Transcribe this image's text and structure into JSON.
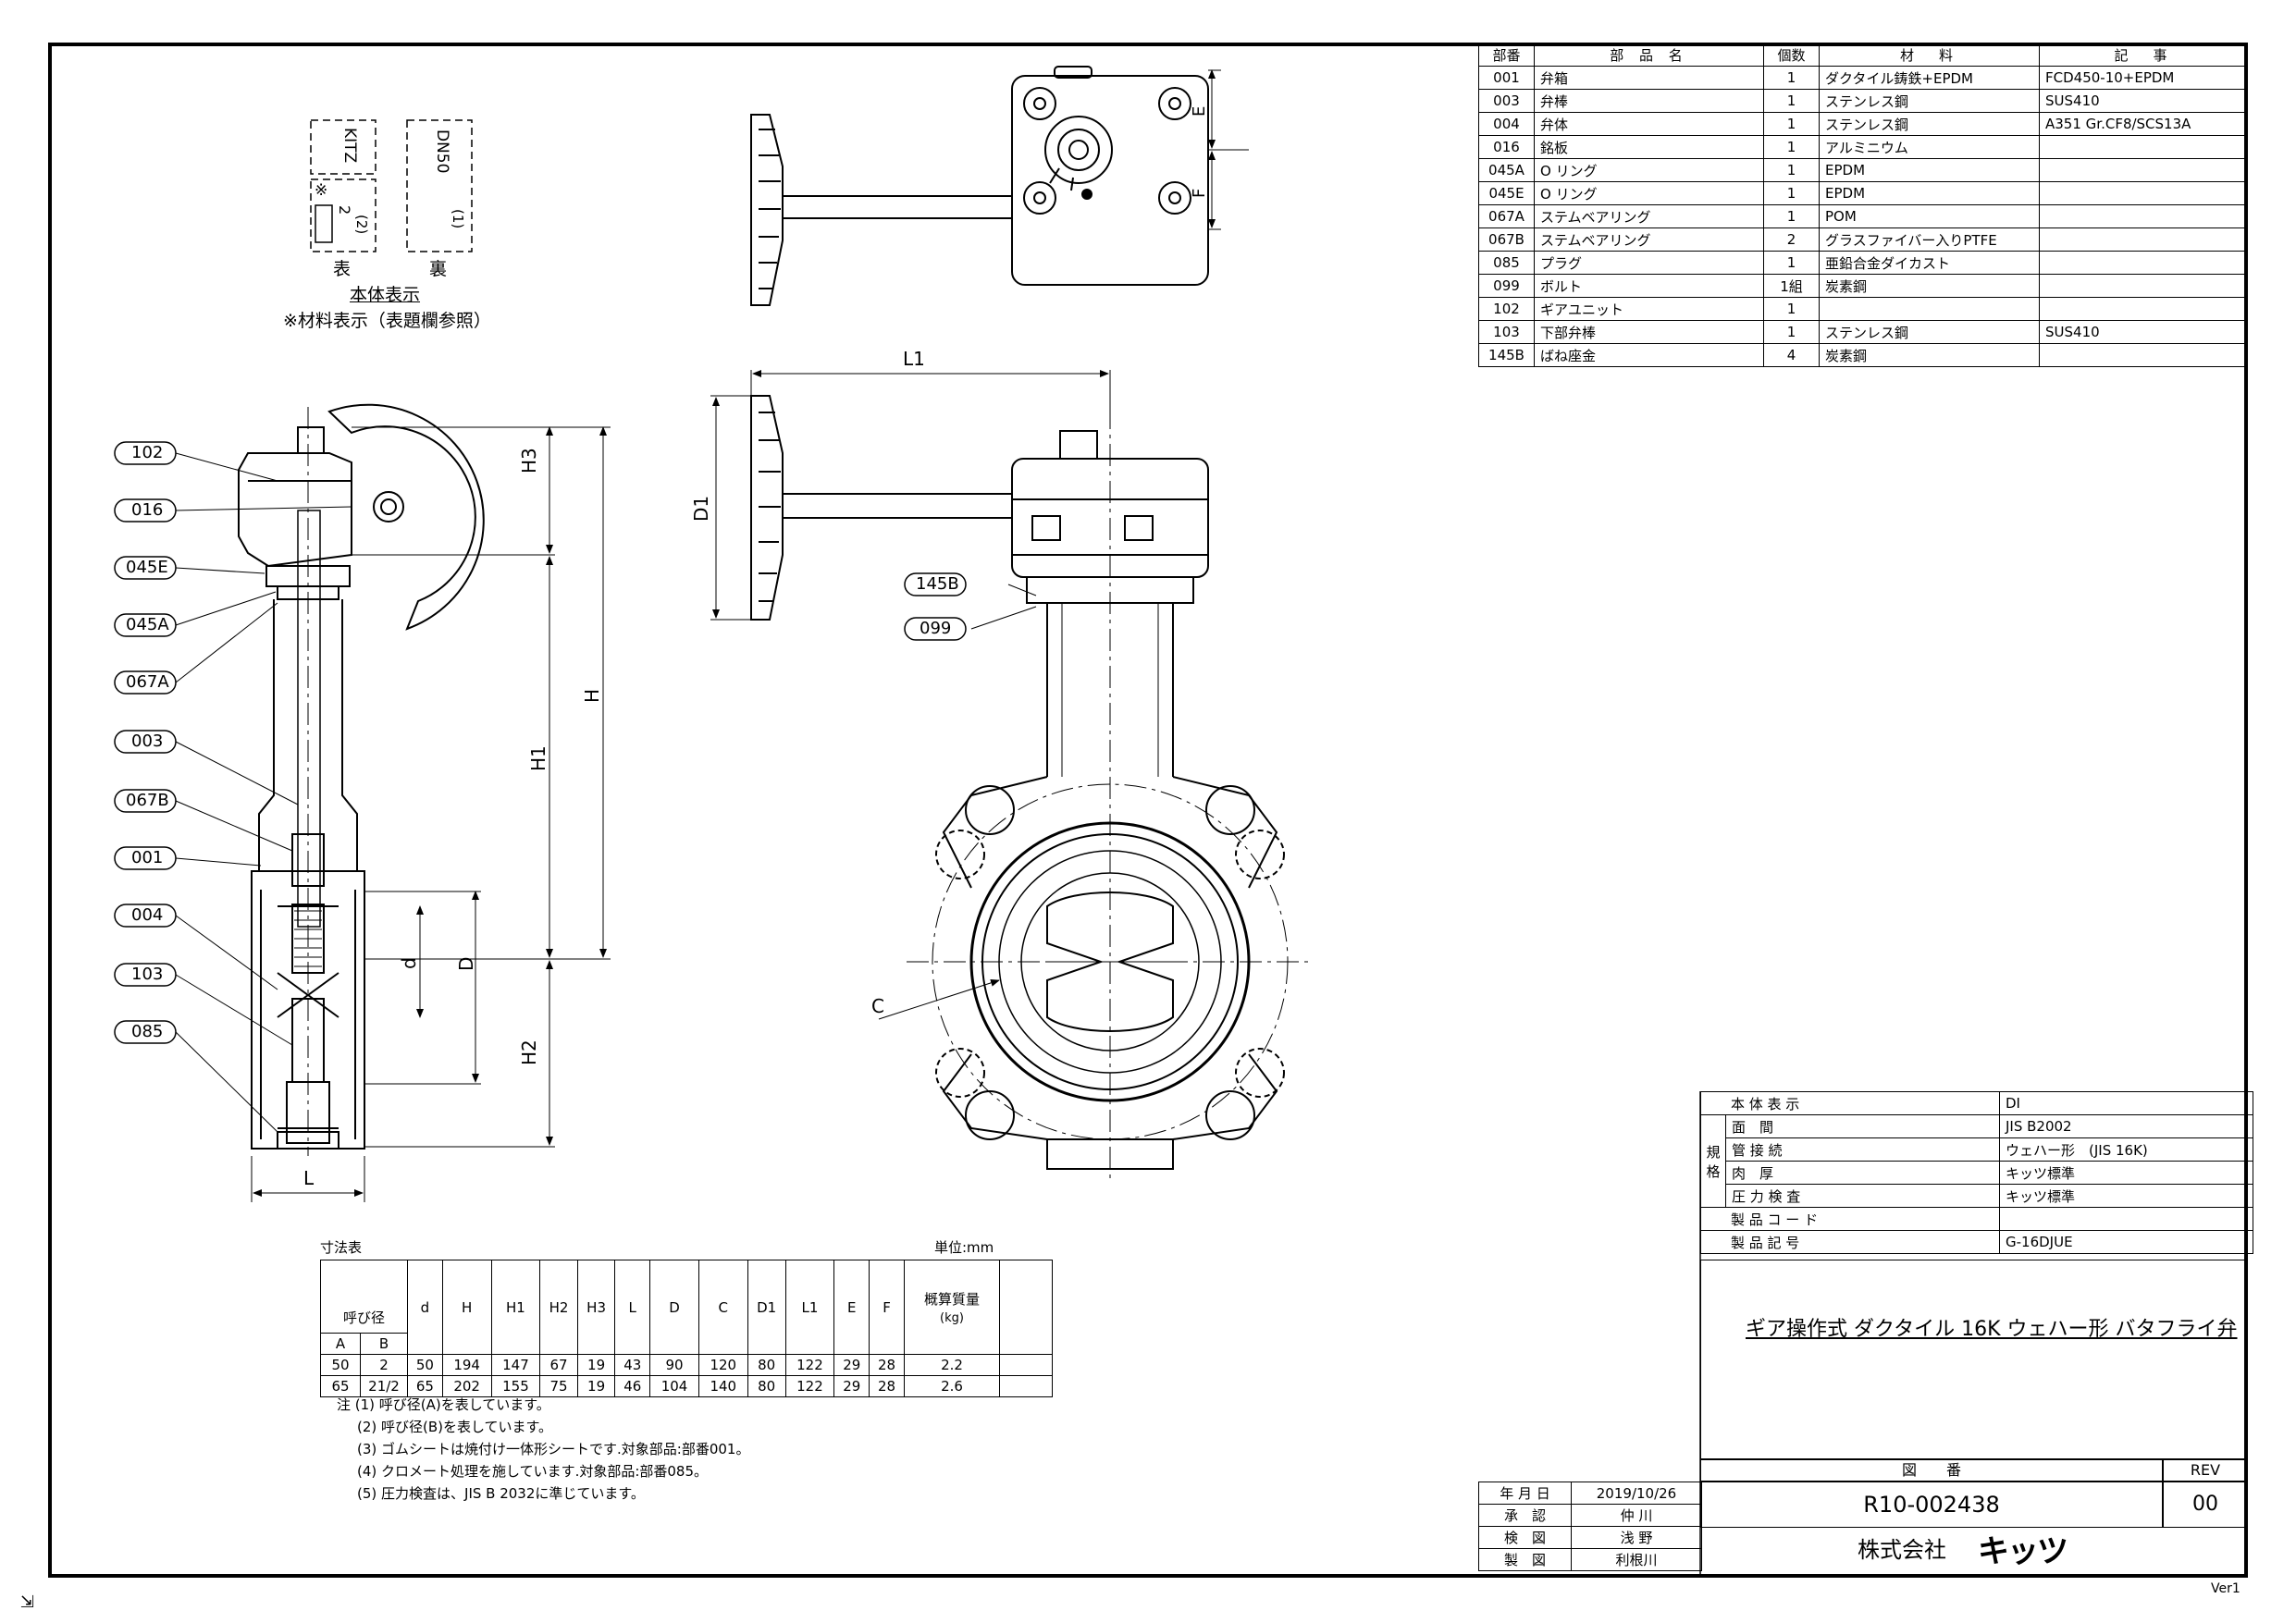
{
  "parts_table": {
    "headers": [
      "部番",
      "部 品 名",
      "個数",
      "材　料",
      "記　事"
    ],
    "rows": [
      [
        "001",
        "弁箱",
        "1",
        "ダクタイル鋳鉄+EPDM",
        "FCD450-10+EPDM"
      ],
      [
        "003",
        "弁棒",
        "1",
        "ステンレス鋼",
        "SUS410"
      ],
      [
        "004",
        "弁体",
        "1",
        "ステンレス鋼",
        "A351 Gr.CF8/SCS13A"
      ],
      [
        "016",
        "銘板",
        "1",
        "アルミニウム",
        ""
      ],
      [
        "045A",
        "O リング",
        "1",
        "EPDM",
        ""
      ],
      [
        "045E",
        "O リング",
        "1",
        "EPDM",
        ""
      ],
      [
        "067A",
        "ステムベアリング",
        "1",
        "POM",
        ""
      ],
      [
        "067B",
        "ステムベアリング",
        "2",
        "グラスファイバー入りPTFE",
        ""
      ],
      [
        "085",
        "プラグ",
        "1",
        "亜鉛合金ダイカスト",
        ""
      ],
      [
        "099",
        "ボルト",
        "1組",
        "炭素鋼",
        ""
      ],
      [
        "102",
        "ギアユニット",
        "1",
        "",
        ""
      ],
      [
        "103",
        "下部弁棒",
        "1",
        "ステンレス鋼",
        "SUS410"
      ],
      [
        "145B",
        "ばね座金",
        "4",
        "炭素鋼",
        ""
      ]
    ]
  },
  "marking": {
    "kitz": "KITZ",
    "dn": "DN50",
    "dn_note": "(1)",
    "mark": "※",
    "size_b": "2",
    "size_note": "(2)",
    "front": "表",
    "back": "裏",
    "body_marking": "本体表示",
    "material_marking": "※材料表示（表題欄参照）"
  },
  "callouts": [
    "102",
    "016",
    "045E",
    "045A",
    "067A",
    "003",
    "067B",
    "001",
    "004",
    "103",
    "085",
    "145B",
    "099"
  ],
  "dim_labels": {
    "H3": "H3",
    "H": "H",
    "H1": "H1",
    "H2": "H2",
    "D": "D",
    "d": "d",
    "L": "L",
    "L1": "L1",
    "D1": "D1",
    "C": "C",
    "E": "E",
    "F": "F"
  },
  "dims_table": {
    "title": "寸法表",
    "unit": "単位:mm",
    "nominal": "呼び径",
    "col_a": "A",
    "col_b": "B",
    "cols": [
      "d",
      "H",
      "H1",
      "H2",
      "H3",
      "L",
      "D",
      "C",
      "D1",
      "L1",
      "E",
      "F"
    ],
    "weight": "概算質量",
    "weight_unit": "(kg)",
    "rows": [
      [
        "50",
        "2",
        "50",
        "194",
        "147",
        "67",
        "19",
        "43",
        "90",
        "120",
        "80",
        "122",
        "29",
        "28",
        "2.2"
      ],
      [
        "65",
        "21/2",
        "65",
        "202",
        "155",
        "75",
        "19",
        "46",
        "104",
        "140",
        "80",
        "122",
        "29",
        "28",
        "2.6"
      ]
    ]
  },
  "notes": [
    "注 (1) 呼び径(A)を表しています。",
    "(2) 呼び径(B)を表しています。",
    "(3) ゴムシートは焼付け一体形シートです.対象部品:部番001。",
    "(4) クロメート処理を施しています.対象部品:部番085。",
    "(5) 圧力検査は、JIS B 2032に準じています。"
  ],
  "spec_table": {
    "body_marking_label": "本 体 表 示",
    "body_marking_value": "DI",
    "group_label": "規格",
    "rows": [
      [
        "面　間",
        "JIS B2002"
      ],
      [
        "管 接 続",
        "ウェハー形　(JIS 16K)"
      ],
      [
        "肉　厚",
        "キッツ標準"
      ],
      [
        "圧 力 検 査",
        "キッツ標準"
      ]
    ],
    "product_code_label": "製 品 コ ー ド",
    "product_code_value": "",
    "product_symbol_label": "製 品 記 号",
    "product_symbol_value": "G-16DJUE"
  },
  "title": "ギア操作式 ダクタイル 16K ウェハー形 バタフライ弁",
  "drawing_no_label": "図　　番",
  "rev_label": "REV",
  "drawing_no": "R10-002438",
  "rev": "00",
  "company": "株式会社",
  "logo_text": "キッツ",
  "approvals": [
    [
      "年 月 日",
      "2019/10/26"
    ],
    [
      "承　認",
      "仲 川"
    ],
    [
      "検　図",
      "浅 野"
    ],
    [
      "製　図",
      "利根川"
    ]
  ],
  "version": "Ver1"
}
